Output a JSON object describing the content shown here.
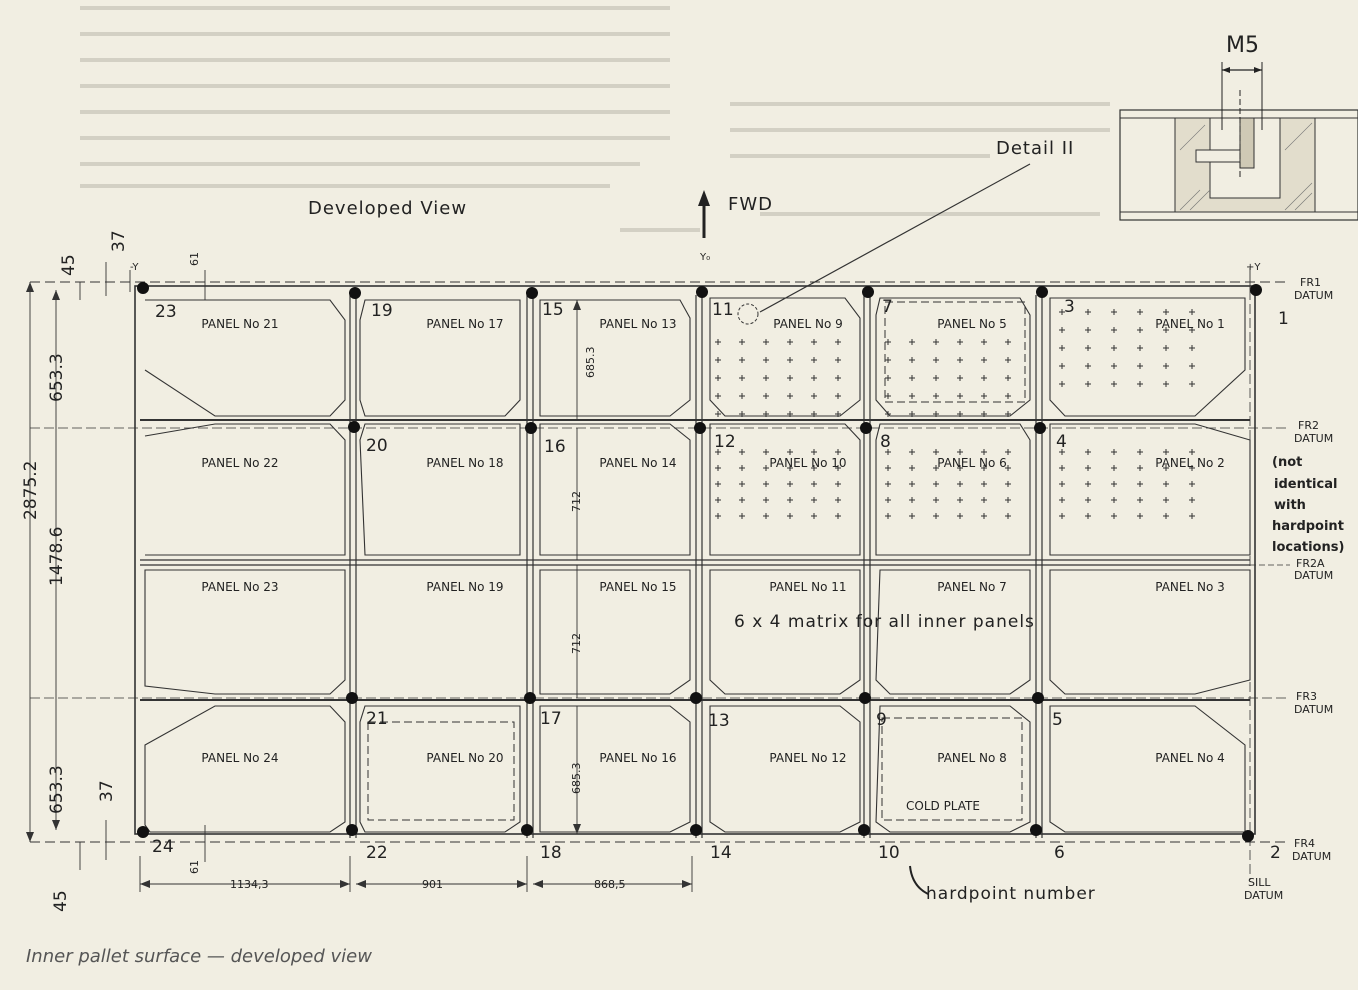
{
  "titles": {
    "developed_view": "Developed View",
    "fwd": "FWD",
    "detail": "Detail II",
    "m5": "M5",
    "matrix_note": "6 x 4 matrix for all inner panels",
    "hardpoint_note": "hardpoint number",
    "cold_plate": "COLD PLATE",
    "not_identical": [
      "(not",
      "identical",
      "with",
      "hardpoint",
      "locations)"
    ]
  },
  "axis_marks": {
    "minus_y": "-Y",
    "plus_y": "+Y",
    "y0": "Y₀"
  },
  "frames": {
    "fr1": [
      "FR1",
      "DATUM"
    ],
    "fr2": [
      "FR2",
      "DATUM"
    ],
    "fr2a": [
      "FR2A",
      "DATUM"
    ],
    "fr3": [
      "FR3",
      "DATUM"
    ],
    "fr4": [
      "FR4",
      "DATUM"
    ],
    "sill": [
      "SILL",
      "DATUM"
    ]
  },
  "panels": [
    "PANEL No 21",
    "PANEL No 17",
    "PANEL No 13",
    "PANEL No 9",
    "PANEL No 5",
    "PANEL No 1",
    "PANEL No 22",
    "PANEL No 18",
    "PANEL No 14",
    "PANEL No 10",
    "PANEL No 6",
    "PANEL No 2",
    "PANEL No 23",
    "PANEL No 19",
    "PANEL No 15",
    "PANEL No 11",
    "PANEL No 7",
    "PANEL No 3",
    "PANEL No 24",
    "PANEL No 20",
    "PANEL No 16",
    "PANEL No 12",
    "PANEL No 8",
    "PANEL No 4"
  ],
  "hardpoints": [
    "1",
    "2",
    "3",
    "4",
    "5",
    "6",
    "7",
    "8",
    "9",
    "10",
    "11",
    "12",
    "13",
    "14",
    "15",
    "16",
    "17",
    "18",
    "19",
    "20",
    "21",
    "22",
    "23",
    "24"
  ],
  "dimensions": {
    "left_45_top": "45",
    "left_37_top": "37",
    "left_61_top": "61",
    "left_653_top": "653.3",
    "left_2875": "2875.2",
    "left_1478": "1478.6",
    "left_653_bottom": "653.3",
    "left_37_bottom": "37",
    "left_45_bottom": "45",
    "left_61_bottom": "61",
    "col_1134": "1134,3",
    "col_901": "901",
    "col_868": "868,5",
    "row_685_top": "685.3",
    "row_712_a": "712",
    "row_712_b": "712",
    "row_685_bottom": "685.3"
  },
  "caption": "Inner pallet surface — developed view"
}
